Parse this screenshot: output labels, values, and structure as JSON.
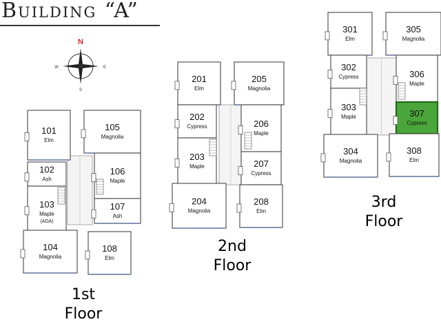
{
  "title": "Building “A”",
  "compass": {
    "north_label": "N",
    "west_label": "W",
    "east_label": "E",
    "south_label": "S",
    "north_color": "#d62a2a"
  },
  "floors": [
    {
      "name": "1st",
      "label": "Floor",
      "units": [
        {
          "number": "101",
          "style": "Elm"
        },
        {
          "number": "102",
          "style": "Ash"
        },
        {
          "number": "103",
          "style": "Maple",
          "note": "(ADA)"
        },
        {
          "number": "104",
          "style": "Magnolia"
        },
        {
          "number": "105",
          "style": "Magnolia"
        },
        {
          "number": "106",
          "style": "Maple"
        },
        {
          "number": "107",
          "style": "Ash"
        },
        {
          "number": "108",
          "style": "Elm"
        }
      ]
    },
    {
      "name": "2nd",
      "label": "Floor",
      "units": [
        {
          "number": "201",
          "style": "Elm"
        },
        {
          "number": "202",
          "style": "Cypress"
        },
        {
          "number": "203",
          "style": "Maple"
        },
        {
          "number": "204",
          "style": "Magnolia"
        },
        {
          "number": "205",
          "style": "Magnolia"
        },
        {
          "number": "206",
          "style": "Maple"
        },
        {
          "number": "207",
          "style": "Cypress"
        },
        {
          "number": "208",
          "style": "Elm"
        }
      ]
    },
    {
      "name": "3rd",
      "label": "Floor",
      "units": [
        {
          "number": "301",
          "style": "Elm"
        },
        {
          "number": "302",
          "style": "Cypress"
        },
        {
          "number": "303",
          "style": "Maple"
        },
        {
          "number": "304",
          "style": "Magnolia"
        },
        {
          "number": "305",
          "style": "Magnolia"
        },
        {
          "number": "306",
          "style": "Maple"
        },
        {
          "number": "307",
          "style": "Cypress",
          "highlighted": true
        },
        {
          "number": "308",
          "style": "Elm"
        }
      ]
    }
  ],
  "colors": {
    "wall": "#555555",
    "divider": "#2d4a8a",
    "highlight_fill": "#4aa63a",
    "highlight_stroke": "#1f6b16"
  }
}
